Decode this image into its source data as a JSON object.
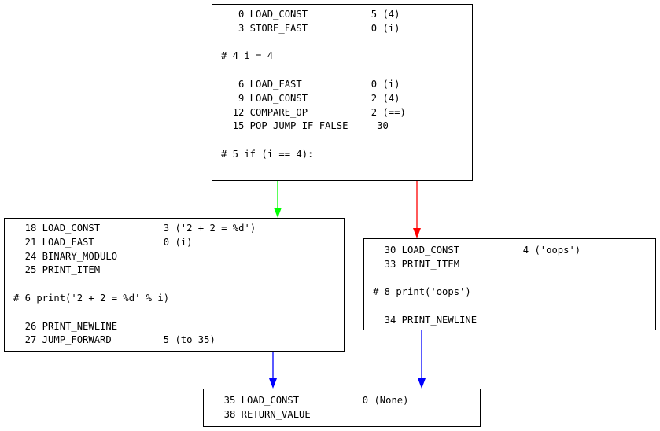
{
  "graph": {
    "nodes": [
      {
        "id": "entry",
        "lines": [
          "   0 LOAD_CONST           5 (4)",
          "   3 STORE_FAST           0 (i)",
          "",
          "# 4 i = 4",
          "",
          "   6 LOAD_FAST            0 (i)",
          "   9 LOAD_CONST           2 (4)",
          "  12 COMPARE_OP           2 (==)",
          "  15 POP_JUMP_IF_FALSE     30",
          "",
          "# 5 if (i == 4):"
        ]
      },
      {
        "id": "true_branch",
        "lines": [
          "  18 LOAD_CONST           3 ('2 + 2 = %d')",
          "  21 LOAD_FAST            0 (i)",
          "  24 BINARY_MODULO",
          "  25 PRINT_ITEM",
          "",
          "# 6 print('2 + 2 = %d' % i)",
          "",
          "  26 PRINT_NEWLINE",
          "  27 JUMP_FORWARD         5 (to 35)"
        ]
      },
      {
        "id": "false_branch",
        "lines": [
          "  30 LOAD_CONST           4 ('oops')",
          "  33 PRINT_ITEM",
          "",
          "# 8 print('oops')",
          "",
          "  34 PRINT_NEWLINE"
        ]
      },
      {
        "id": "exit",
        "lines": [
          "  35 LOAD_CONST           0 (None)",
          "  38 RETURN_VALUE"
        ]
      }
    ],
    "edges": [
      {
        "from": "entry",
        "to": "true_branch",
        "color": "#00ff00"
      },
      {
        "from": "entry",
        "to": "false_branch",
        "color": "#ff0000"
      },
      {
        "from": "true_branch",
        "to": "exit",
        "color": "#0000ff"
      },
      {
        "from": "false_branch",
        "to": "exit",
        "color": "#0000ff"
      }
    ]
  }
}
